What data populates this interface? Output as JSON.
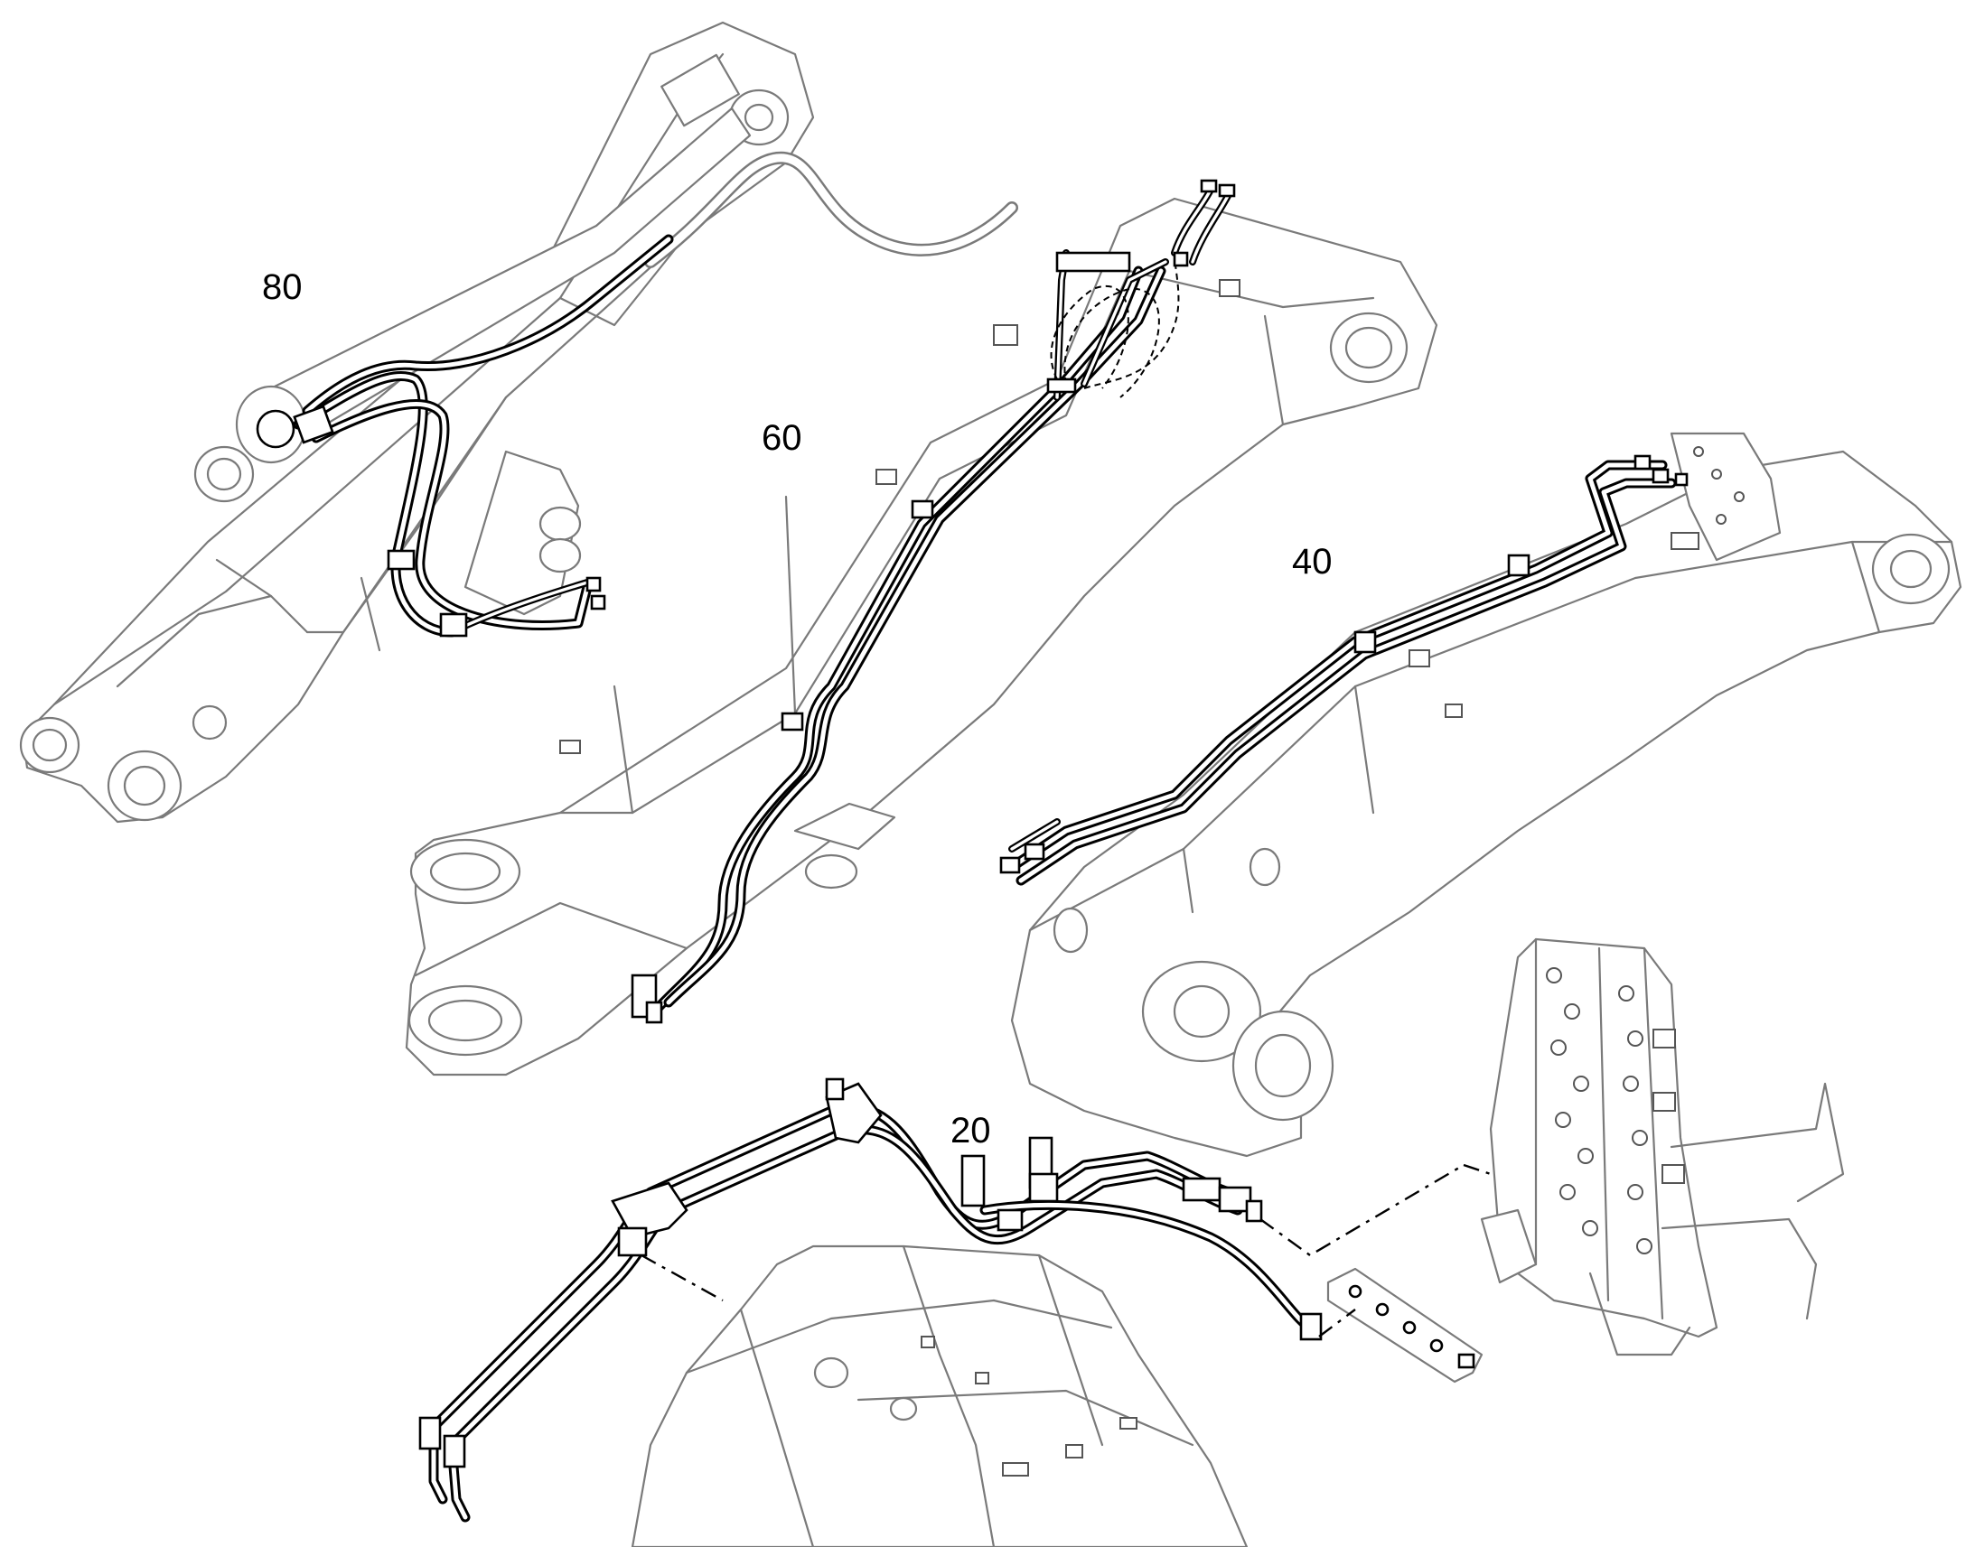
{
  "callouts": {
    "item_80": "80",
    "item_60": "60",
    "item_40": "40",
    "item_20": "20"
  },
  "colors": {
    "background": "#ffffff",
    "hose": "#000000",
    "component_outline": "#7a7a7a"
  }
}
